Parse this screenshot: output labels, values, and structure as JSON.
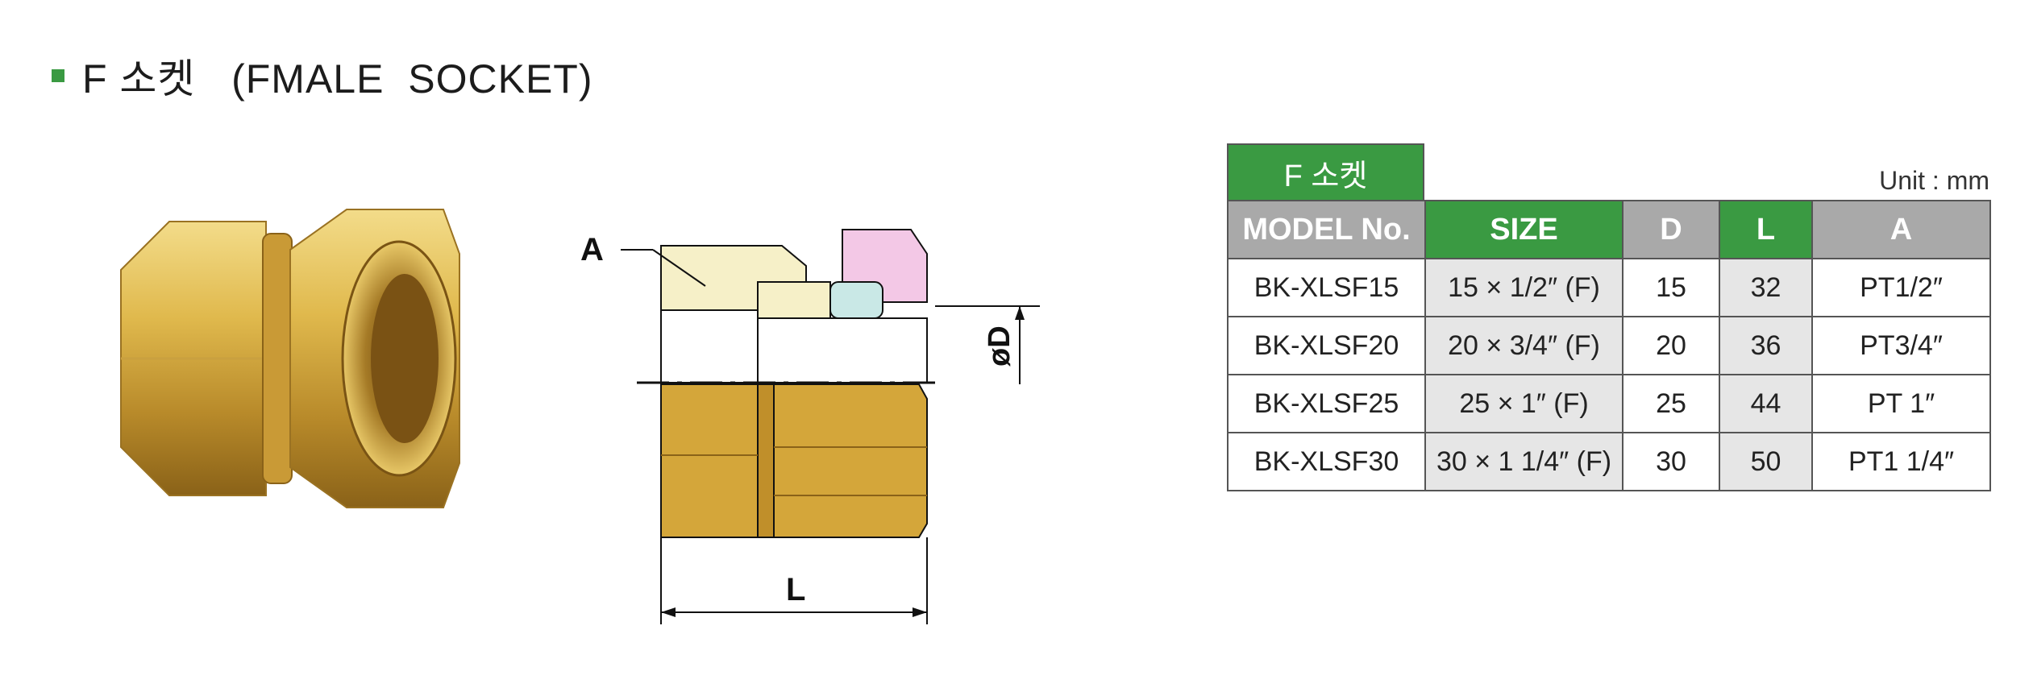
{
  "header": {
    "title": "F 소켓   (FMALE  SOCKET)"
  },
  "photo": {
    "icon": "brass-socket-photo"
  },
  "drawing": {
    "label_a": "A",
    "label_d": "øD",
    "label_l": "L"
  },
  "table": {
    "tag": "F 소켓",
    "unit": "Unit : mm",
    "headers": [
      "MODEL No.",
      "SIZE",
      "D",
      "L",
      "A"
    ],
    "rows": [
      [
        "BK-XLSF15",
        "15 × 1/2″ (F)",
        "15",
        "32",
        "PT1/2″"
      ],
      [
        "BK-XLSF20",
        "20 × 3/4″ (F)",
        "20",
        "36",
        "PT3/4″"
      ],
      [
        "BK-XLSF25",
        "25 × 1″ (F)",
        "25",
        "44",
        "PT 1″"
      ],
      [
        "BK-XLSF30",
        "30 × 1 1/4″ (F)",
        "30",
        "50",
        "PT1 1/4″"
      ]
    ]
  },
  "colors": {
    "accent_green": "#3a9a42",
    "header_gray": "#a9a9a9",
    "brass": "#d4a63a"
  }
}
